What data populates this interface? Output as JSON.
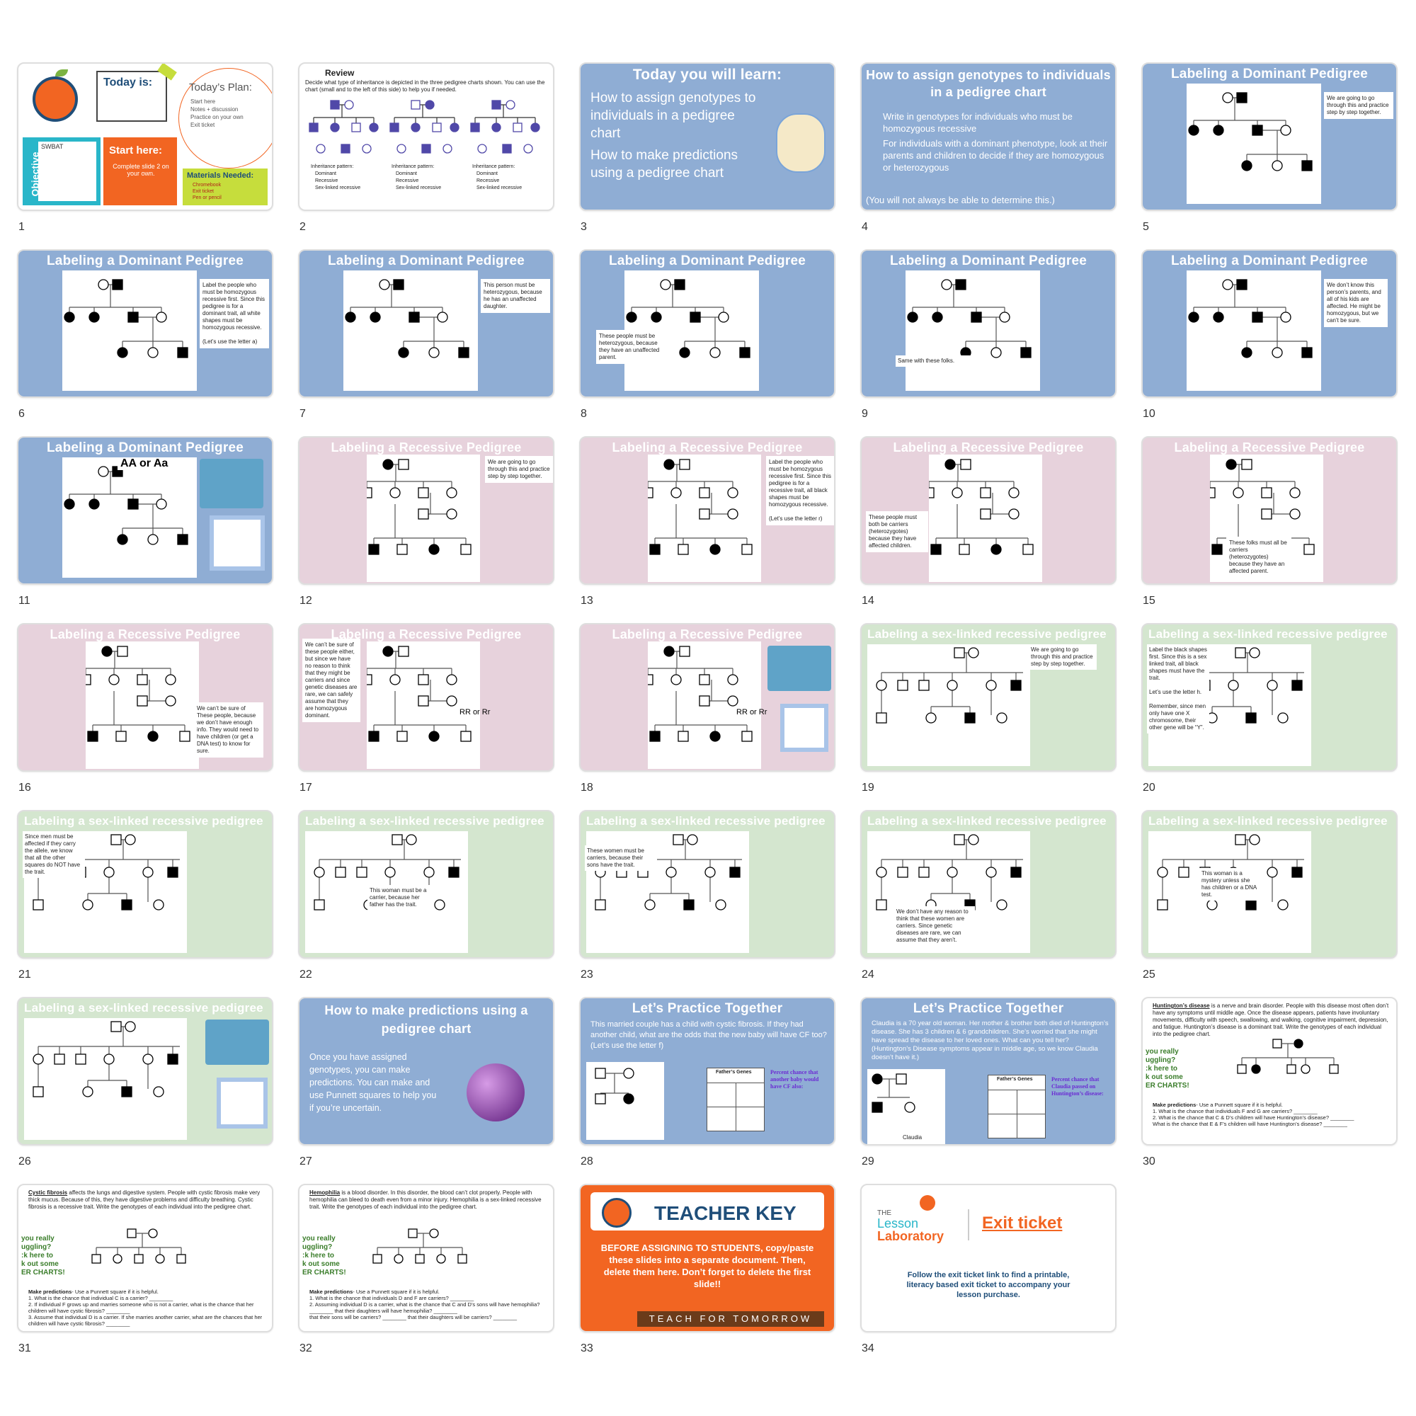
{
  "app": {
    "title": "Slide sorter"
  },
  "slides": [
    {
      "n": "1",
      "theme": "cover",
      "today": "Today is:",
      "plan_title": "Today’s Plan:",
      "plan": [
        "Start here",
        "Notes + discussion",
        "Practice on your own",
        "Exit ticket"
      ],
      "swbat": "SWBAT",
      "objective": "Objective",
      "start_here": "Start here:",
      "start_sub": "Complete slide 2 on your own.",
      "materials": "Materials Needed:",
      "materials_items": [
        "Chromebook",
        "Exit ticket",
        "Pen or pencil"
      ]
    },
    {
      "n": "2",
      "theme": "white",
      "review_title": "Review",
      "review_text": "Decide what type of inheritance is depicted in the three pedigree charts shown. You can use the chart (small and to the left of this side) to help you if needed.",
      "ip": "Inheritance pattern:",
      "opts": [
        "Dominant",
        "Recessive",
        "Sex-linked recessive"
      ]
    },
    {
      "n": "3",
      "theme": "blue",
      "title": "Today you will learn:",
      "items": [
        "How to assign genotypes to individuals in a pedigree chart",
        "How to make predictions using a pedigree chart"
      ]
    },
    {
      "n": "4",
      "theme": "blue",
      "title": "How to assign genotypes to individuals in a pedigree chart",
      "items": [
        "Write in genotypes for individuals who must be homozygous recessive",
        "For individuals with a dominant phenotype, look at their parents and children to decide if they are homozygous or heterozygous"
      ],
      "footer": "(You will not always be able to determine this.)"
    },
    {
      "n": "5",
      "theme": "blue",
      "title": "Labeling a Dominant Pedigree",
      "note": "We are going to go through this and practice step by step together."
    },
    {
      "n": "6",
      "theme": "blue",
      "title": "Labeling a Dominant Pedigree",
      "note": "Label the people who must be homozygous recessive first. Since this pedigree is for a dominant trait, all white shapes must be homozygous recessive.\n\n(Let’s use the letter a)"
    },
    {
      "n": "7",
      "theme": "blue",
      "title": "Labeling a Dominant Pedigree",
      "note": "This person must be heterozygous, because he has an unaffected daughter."
    },
    {
      "n": "8",
      "theme": "blue",
      "title": "Labeling a Dominant Pedigree",
      "note": "These people must be heterozygous, because they have an unaffected parent."
    },
    {
      "n": "9",
      "theme": "blue",
      "title": "Labeling a Dominant Pedigree",
      "note": "Same with these folks."
    },
    {
      "n": "10",
      "theme": "blue",
      "title": "Labeling a Dominant Pedigree",
      "note": "We don’t know this person’s parents, and all of his kids are affected. He might be homozygous, but we can’t be sure."
    },
    {
      "n": "11",
      "theme": "blue",
      "title": "Labeling a Dominant Pedigree",
      "note": "AA or Aa"
    },
    {
      "n": "12",
      "theme": "pink",
      "title": "Labeling a Recessive Pedigree",
      "note": "We are going to go through this and practice step by step together."
    },
    {
      "n": "13",
      "theme": "pink",
      "title": "Labeling a Recessive Pedigree",
      "note": "Label the people who must be homozygous recessive first. Since this pedigree is for a recessive trait, all black shapes must be homozygous recessive.\n\n(Let’s use the letter r)"
    },
    {
      "n": "14",
      "theme": "pink",
      "title": "Labeling a Recessive Pedigree",
      "note": "These people must both be carriers (heterozygotes) because they have affected children."
    },
    {
      "n": "15",
      "theme": "pink",
      "title": "Labeling a Recessive Pedigree",
      "note": "These folks must all be carriers (heterozygotes) because they have an affected parent."
    },
    {
      "n": "16",
      "theme": "pink",
      "title": "Labeling a Recessive Pedigree",
      "note": "We can’t be sure of These people, because we don’t have enough info. They would need to have children (or get a DNA test) to know for sure."
    },
    {
      "n": "17",
      "theme": "pink",
      "title": "Labeling a Recessive Pedigree",
      "note": "We can’t be sure of these people either, but since we have no reason to think that they might be carriers and since genetic diseases are rare, we can safely assume that they are homozygous dominant.",
      "extra": "RR or Rr"
    },
    {
      "n": "18",
      "theme": "pink",
      "title": "Labeling a Recessive Pedigree",
      "note": "",
      "extra": "RR or Rr"
    },
    {
      "n": "19",
      "theme": "green",
      "title": "Labeling a sex-linked recessive pedigree",
      "note": "We are going to go through this and practice step by step together."
    },
    {
      "n": "20",
      "theme": "green",
      "title": "Labeling a sex-linked recessive pedigree",
      "note": "Label the black shapes first. Since this is a sex linked trait, all black shapes must have the trait.\n\nLet’s use the letter h.\n\nRemember, since men only have one X chromosome, their other gene will be “Y”."
    },
    {
      "n": "21",
      "theme": "green",
      "title": "Labeling a sex-linked recessive pedigree",
      "note": "Since men must be affected if they carry the allele, we know that all the other squares do NOT have the trait."
    },
    {
      "n": "22",
      "theme": "green",
      "title": "Labeling a sex-linked recessive pedigree",
      "note": "This woman must be a carrier, because her father has the trait."
    },
    {
      "n": "23",
      "theme": "green",
      "title": "Labeling a sex-linked recessive pedigree",
      "note": "These women must be carriers, because their sons have the trait."
    },
    {
      "n": "24",
      "theme": "green",
      "title": "Labeling a sex-linked recessive pedigree",
      "note": "We don’t have any reason to think that these women are carriers. Since genetic diseases are rare, we can assume that they aren’t."
    },
    {
      "n": "25",
      "theme": "green",
      "title": "Labeling a sex-linked recessive pedigree",
      "note": "This woman is a mystery unless she has children or a DNA test."
    },
    {
      "n": "26",
      "theme": "green",
      "title": "Labeling a sex-linked recessive pedigree",
      "note": ""
    },
    {
      "n": "27",
      "theme": "blue",
      "title": "How to make predictions using a pedigree chart",
      "body": "Once you have assigned genotypes, you can make predictions. You can make and use Punnett squares to help you if you’re uncertain."
    },
    {
      "n": "28",
      "theme": "blue",
      "title": "Let’s Practice Together",
      "body": "This married couple has a child with cystic fibrosis. If they had another child, what are the odds that the new baby will have CF too? (Let’s use the letter f)",
      "fg": "Father’s Genes",
      "pct": "Percent chance that another baby would have CF also:"
    },
    {
      "n": "29",
      "theme": "blue",
      "title": "Let’s Practice Together",
      "body": "Claudia is a 70 year old woman. Her mother & brother both died of Huntington’s disease. She has 3 children & 6 grandchildren. She’s worried that she might have spread the disease to her loved ones. What can you tell her? (Huntington’s Disease symptoms appear in middle age, so we know Claudia doesn’t have it.)",
      "fg": "Father’s Genes",
      "pct": "Percent chance that Claudia passed on Huntington’s disease:",
      "claudia": "Claudia"
    },
    {
      "n": "30",
      "theme": "white",
      "doc_head": "Huntington’s disease",
      "doc": "is a nerve and brain disorder. People with this disease most often don’t have any symptoms until middle age. Once the disease appears, patients have involuntary movements, difficulty with speech, swallowing, and walking, cognitive impairment, depression, and fatigue. Huntington’s disease is a dominant trait. Write the genotypes of each individual into the pedigree chart.",
      "side": "you really\nuggling?\n:k here to\nk out some\nER CHARTS!",
      "make": "Make predictions",
      "make_sub": "- Use a Punnett square if it is helpful.",
      "q": [
        "1. What is the chance that individuals F and G are carriers? ________",
        "2. What is the chance that C & D’s children will have Huntington’s disease? ________",
        "What is the chance that E & F’s children will have Huntington’s disease? ________"
      ]
    },
    {
      "n": "31",
      "theme": "white",
      "doc_head": "Cystic fibrosis",
      "doc": "affects the lungs and digestive system. People with cystic fibrosis make very thick mucus. Because of this, they have digestive problems and difficulty breathing. Cystic fibrosis is a recessive trait. Write the genotypes of each individual into the pedigree chart.",
      "side": "you really\nuggling?\n:k here to\nk out some\nER CHARTS!",
      "make": "Make predictions",
      "make_sub": "- Use a Punnett square if it is helpful.",
      "q": [
        "1. What is the chance that individual C is a carrier? ________",
        "2. If individual F grows up and marries someone who is not a carrier, what is the chance that her children will have cystic fibrosis? ________",
        "3. Assume that individual D is a carrier. If she marries another carrier, what are the chances that her children will have cystic fibrosis? ________"
      ]
    },
    {
      "n": "32",
      "theme": "white",
      "doc_head": "Hemophilia",
      "doc": "is a blood disorder. In this disorder, the blood can’t clot properly. People with hemophilia can bleed to death even from a minor injury. Hemophilia is a sex-linked recessive trait. Write the genotypes of each individual into the pedigree chart.",
      "side": "you really\nuggling?\n:k here to\nk out some\nER CHARTS!",
      "make": "Make predictions",
      "make_sub": "- Use a Punnett square if it is helpful.",
      "q": [
        "1. What is the chance that individuals D and F are carriers? ________",
        "2. Assuming individual D is a carrier, what is the chance that C and D’s sons will have hemophilia? ________ that their daughters will have hemophilia? ________",
        "that their sons will be carriers? ________ that their daughters will be carriers? ________"
      ]
    },
    {
      "n": "33",
      "theme": "orange",
      "title": "TEACHER KEY",
      "body": "BEFORE ASSIGNING TO STUDENTS, copy/paste these slides into a separate document. Then, delete them here. Don’t forget to delete the first slide!!",
      "footer": "TEACH FOR TOMORROW"
    },
    {
      "n": "34",
      "theme": "white",
      "brand1": "THE",
      "brand2": "Lesson",
      "brand3": "Laboratory",
      "title": "Exit ticket",
      "body": "Follow the exit ticket link to find a printable, literacy based exit ticket to accompany your lesson purchase."
    }
  ],
  "colors": {
    "blue": "#8fadd4",
    "pink": "#e7d2dc",
    "green": "#d4e6cf",
    "orange": "#f26522",
    "purple": "#6b2bd3",
    "navy": "#1f4e79"
  }
}
